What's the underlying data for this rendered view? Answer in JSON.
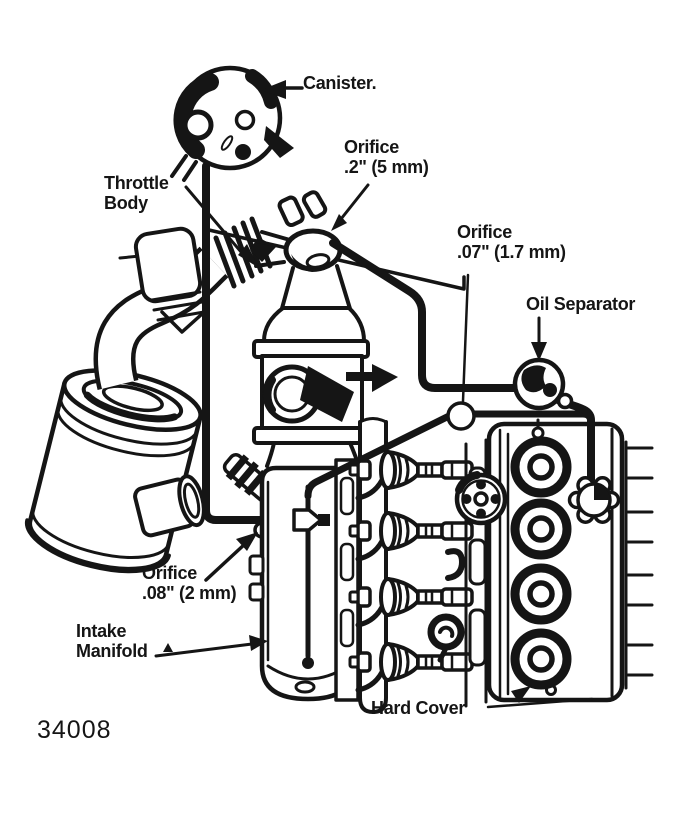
{
  "figure": {
    "number": "34008",
    "ink": "#151515",
    "background": "#ffffff"
  },
  "labels": {
    "canister": "Canister.",
    "throttle_body": {
      "line1": "Throttle",
      "line2": "Body"
    },
    "orifice_5mm": {
      "line1": "Orifice",
      "line2": ".2\" (5 mm)"
    },
    "orifice_17mm": {
      "line1": "Orifice",
      "line2": ".07\" (1.7 mm)"
    },
    "oil_separator": "Oil Separator",
    "orifice_2mm": {
      "line1": "Orifice",
      "line2": ".08\" (2 mm)"
    },
    "intake_manifold": {
      "line1": "Intake",
      "line2": "Manifold"
    },
    "hard_cover": "Hard Cover"
  }
}
